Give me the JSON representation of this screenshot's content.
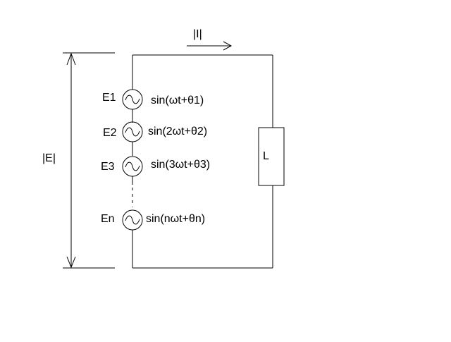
{
  "labels": {
    "current": "|I|",
    "voltage": "|E|",
    "load": "L"
  },
  "sources": [
    {
      "name": "E1",
      "expr": "sin(ωt+θ1)"
    },
    {
      "name": "E2",
      "expr": "sin(2ωt+θ2)"
    },
    {
      "name": "E3",
      "expr": "sin(3ωt+θ3)"
    },
    {
      "name": "En",
      "expr": "sin(nωt+θn)"
    }
  ]
}
